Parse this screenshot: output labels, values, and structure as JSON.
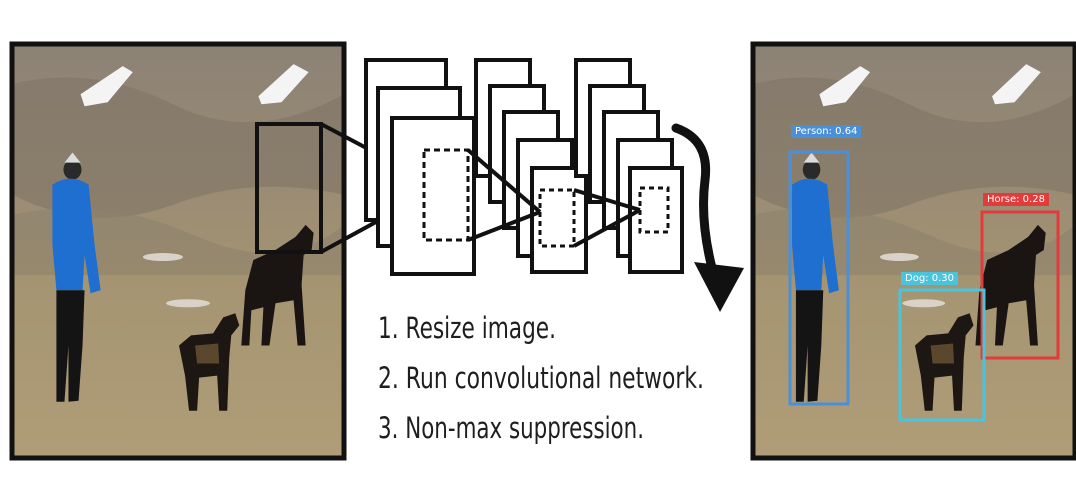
{
  "steps": [
    "1. Resize image.",
    "2. Run convolutional network.",
    "3. Non-max suppression."
  ],
  "detections": [
    {
      "label": "Person: 0.64",
      "color": "#4b8fd6"
    },
    {
      "label": "Horse: 0.28",
      "color": "#e23b3b"
    },
    {
      "label": "Dog: 0.30",
      "color": "#49c4dc"
    }
  ],
  "colors": {
    "frame": "#111111",
    "sky": "#8f8578",
    "field": "#a39373",
    "jacket": "#1f6fd0"
  }
}
